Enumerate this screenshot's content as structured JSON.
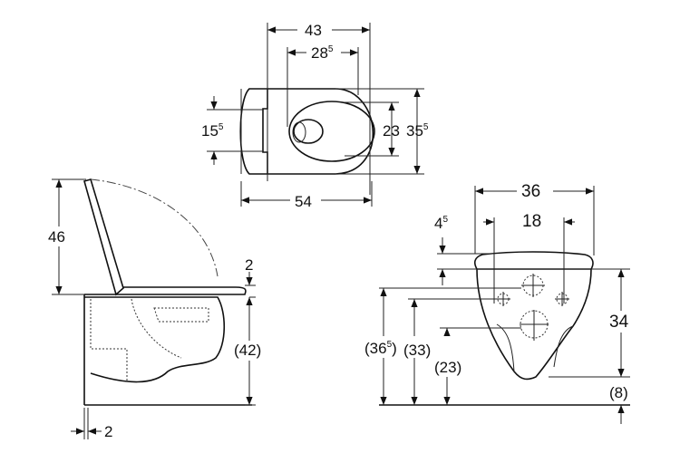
{
  "top_view": {
    "overall_width": {
      "main": "43"
    },
    "bowl_opening": {
      "main": "28",
      "sup": "5"
    },
    "seat_hinge_spacing": {
      "main": "15",
      "sup": "5"
    },
    "bowl_inner_width": {
      "main": "23"
    },
    "overall_depth": {
      "main": "35",
      "sup": "5"
    },
    "overall_length": {
      "main": "54"
    }
  },
  "side_view": {
    "lid_height": {
      "main": "46"
    },
    "seat_thickness": {
      "main": "2"
    },
    "mount_height": {
      "main": "(42)"
    },
    "wall_gap": {
      "main": "2"
    }
  },
  "front_view": {
    "overall_width": {
      "main": "36"
    },
    "bolt_spacing": {
      "main": "18"
    },
    "seat_offset": {
      "main": "4",
      "sup": "5"
    },
    "bowl_height": {
      "main": "34"
    },
    "floor_gap": {
      "main": "(8)"
    },
    "upper_inlet_height": {
      "main": "(36",
      "sup": "5",
      "tail": ")"
    },
    "bolt_height": {
      "main": "(33)"
    },
    "outlet_height": {
      "main": "(23)"
    }
  }
}
